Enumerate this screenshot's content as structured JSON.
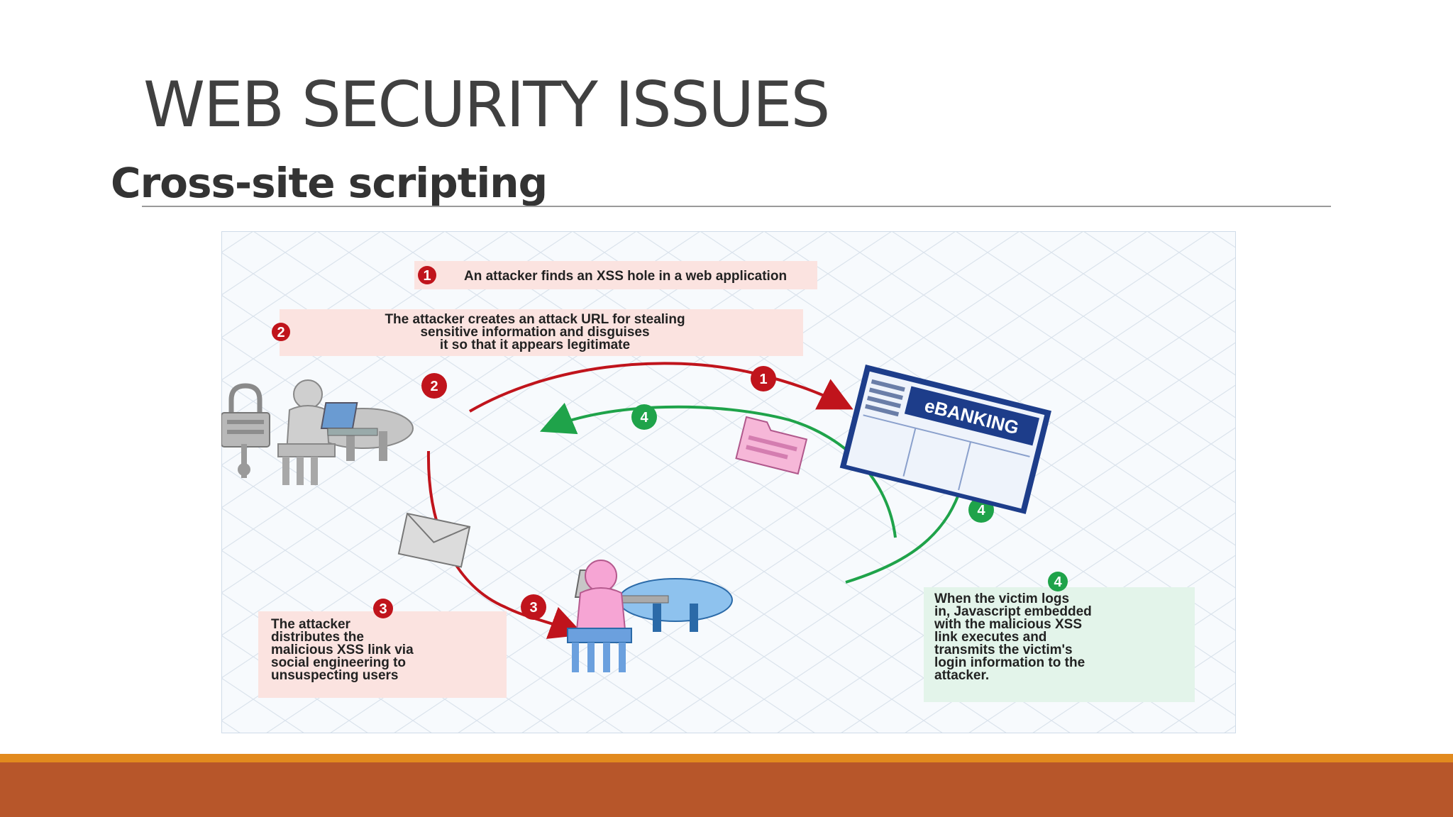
{
  "slide": {
    "title": "WEB SECURITY ISSUES",
    "subtitle": "Cross-site scripting"
  },
  "diagram": {
    "step1_text": "An attacker finds an XSS hole in a web application",
    "step1_badge": "1",
    "step2_lines": [
      "The attacker creates an attack URL for stealing",
      "sensitive information and disguises",
      "it so that it appears legitimate"
    ],
    "step2_badge": "2",
    "step3_lines": [
      "The attacker",
      "distributes the",
      "malicious XSS link via",
      "social engineering to",
      "unsuspecting users"
    ],
    "step3_badge": "3",
    "step4_lines": [
      "When the victim logs",
      "in, Javascript embedded",
      "with the malicious XSS",
      "link executes and",
      "transmits the victim's",
      "login information to the",
      "attacker."
    ],
    "step4_badge": "4",
    "site_label": "eBANKING",
    "colors": {
      "red": "#c0141c",
      "green": "#1fa34a",
      "pink_box": "#fbe3e0",
      "green_box": "#e3f4ea"
    }
  }
}
